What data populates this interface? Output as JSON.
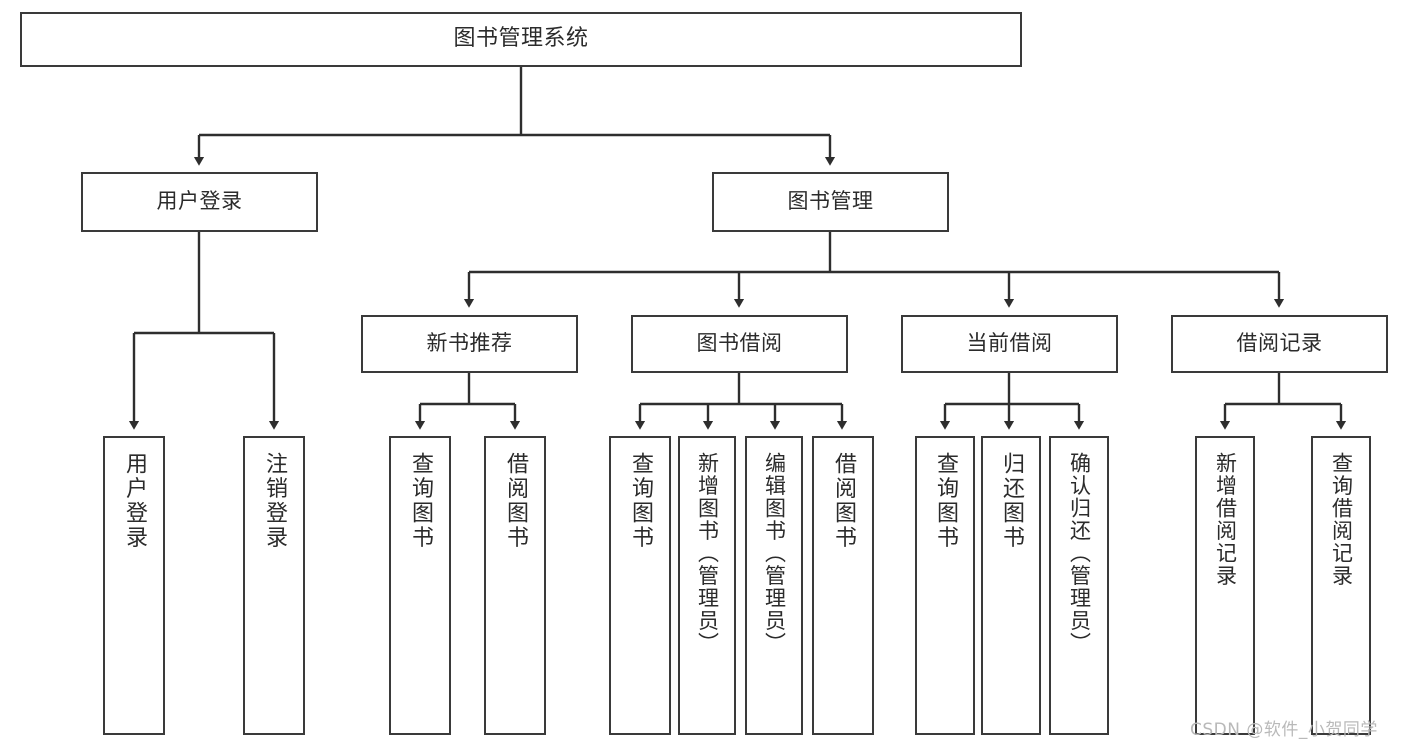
{
  "diagram": {
    "title_text": "图书管理系统",
    "type": "tree-hierarchy-functional-decomposition",
    "stroke_color": "#3a3a3a",
    "text_color": "#2b2b2b",
    "background_color": "#ffffff",
    "watermark_color": "#b9b9b9"
  },
  "watermark": {
    "text": "CSDN @软件_小贺同学"
  },
  "nodes": {
    "root": {
      "label": "图书管理系统",
      "level": 1
    },
    "level2": [
      {
        "id": "user-login",
        "label": "用户登录"
      },
      {
        "id": "book-management",
        "label": "图书管理"
      }
    ],
    "level3": [
      {
        "id": "new-book-recommend",
        "label": "新书推荐"
      },
      {
        "id": "book-borrow",
        "label": "图书借阅"
      },
      {
        "id": "current-borrow",
        "label": "当前借阅"
      },
      {
        "id": "borrow-record",
        "label": "借阅记录"
      }
    ],
    "leaves": {
      "user_login": [
        {
          "id": "leaf-user-login",
          "label": "用户登录"
        },
        {
          "id": "leaf-logout-login",
          "label": "注销登录"
        }
      ],
      "new_book_recommend": [
        {
          "id": "leaf-query-book-1",
          "label": "查询图书"
        },
        {
          "id": "leaf-borrow-book-1",
          "label": "借阅图书"
        }
      ],
      "book_borrow": [
        {
          "id": "leaf-query-book-2",
          "label": "查询图书"
        },
        {
          "id": "leaf-add-book",
          "label": "新增图书（管理员）"
        },
        {
          "id": "leaf-edit-book",
          "label": "编辑图书（管理员）"
        },
        {
          "id": "leaf-borrow-book-2",
          "label": "借阅图书"
        }
      ],
      "current_borrow": [
        {
          "id": "leaf-query-book-3",
          "label": "查询图书"
        },
        {
          "id": "leaf-return-book",
          "label": "归还图书"
        },
        {
          "id": "leaf-confirm-return",
          "label": "确认归还（管理员）"
        }
      ],
      "borrow_record": [
        {
          "id": "leaf-add-borrow-record",
          "label": "新增借阅记录"
        },
        {
          "id": "leaf-query-borrow-record",
          "label": "查询借阅记录"
        }
      ]
    }
  }
}
